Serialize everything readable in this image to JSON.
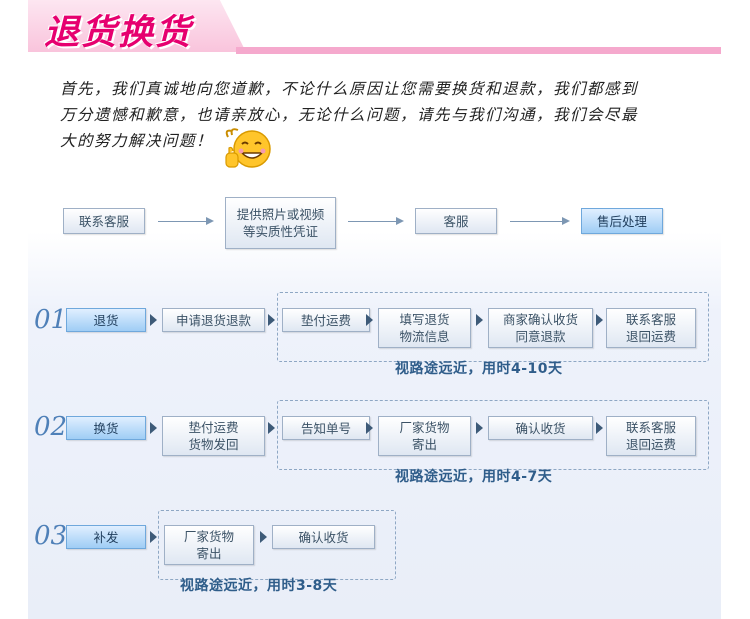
{
  "title": "退货换货",
  "intro": {
    "line1": "首先，我们真诚地向您道歉，不论什么原因让您需要换货和退款，我们都感到",
    "line2": "万分遗憾和歉意，也请亲放心，无论什么问题，请先与我们沟通，我们会尽最",
    "line3": "大的努力解决问题！"
  },
  "flow": {
    "contact": "联系客服",
    "photo_l1": "提供照片或视频",
    "photo_l2": "等实质性凭证",
    "service": "客服",
    "aftersale": "售后处理"
  },
  "return_row": {
    "number": "01",
    "label": "退货",
    "apply": "申请退货退款",
    "pay": "垫付运费",
    "fill_l1": "填写退货",
    "fill_l2": "物流信息",
    "confirm_l1": "商家确认收货",
    "confirm_l2": "同意退款",
    "refund_l1": "联系客服",
    "refund_l2": "退回运费",
    "note": "视路途远近，用时4-10天"
  },
  "exchange_row": {
    "number": "02",
    "label": "换货",
    "pay_l1": "垫付运费",
    "pay_l2": "货物发回",
    "notify": "告知单号",
    "ship_l1": "厂家货物",
    "ship_l2": "寄出",
    "receive": "确认收货",
    "refund_l1": "联系客服",
    "refund_l2": "退回运费",
    "note": "视路途远近，用时4-7天"
  },
  "resend_row": {
    "number": "03",
    "label": "补发",
    "ship_l1": "厂家货物",
    "ship_l2": "寄出",
    "receive": "确认收货",
    "note": "视路途远近，用时3-8天"
  },
  "colors": {
    "title_pink": "#e6006f",
    "accent_pink": "#f5a9cd",
    "blue_box": "#9fcdf5",
    "note_blue": "#2f5d8a"
  }
}
